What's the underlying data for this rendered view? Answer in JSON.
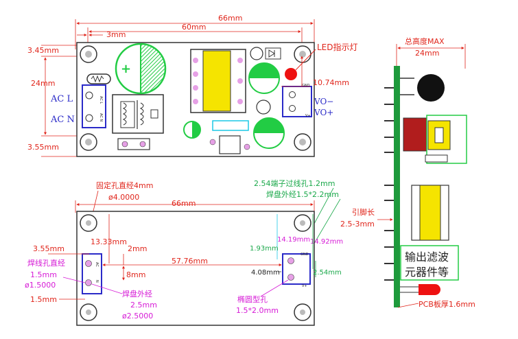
{
  "top_view": {
    "width_total": "66mm",
    "inner_width": "60mm",
    "hole_offset_x": "3mm",
    "hole_top": "3.45mm",
    "height": "24mm",
    "hole_bottom": "3.55mm",
    "led_label": "LED指示灯",
    "output_offset": "10.74mm",
    "ac_l": "AC L",
    "ac_n": "AC N",
    "vo_minus": "VO−",
    "vo_plus": "VO+",
    "gnd_small": "GND",
    "vplus_small": "V+",
    "acl_small": "AC L",
    "acn_small": "AC N"
  },
  "bottom_view": {
    "mount_hole_label": "固定孔直经4mm",
    "mount_hole_value": "ø4.0000",
    "width": "66mm",
    "terminal_label": "2.54端子过线孔1.2mm",
    "pad_label": "焊盘外经1.5*2.2mm",
    "dim_3_55": "3.55mm",
    "dim_13_33": "13.33mm",
    "dim_2mm": "2mm",
    "dim_8mm": "8mm",
    "dim_57_76": "57.76mm",
    "dim_14_19": "14.19mm",
    "dim_14_92": "14.92mm",
    "dim_1_93": "1.93mm",
    "dim_4_08": "4.08mm",
    "dim_2_54": "2.54mm",
    "wire_hole_label": "焊线孔直经",
    "wire_hole_mm": "1.5mm",
    "wire_hole_value": "ø1.5000",
    "dim_1_5": "1.5mm",
    "pad_outer_label": "焊盘外经",
    "pad_outer_mm": "2.5mm",
    "pad_outer_value": "ø2.5000",
    "oval_hole_label": "椭圆型孔",
    "oval_hole_value": "1.5*2.0mm",
    "ac_small": "AC",
    "n_small": "N",
    "gnd_small": "GND",
    "vplus_small": "V+"
  },
  "side_view": {
    "total_height_label": "总高度MAX",
    "total_height_value": "24mm",
    "pin_length_label": "引脚长",
    "pin_length_value": "2.5-3mm",
    "filter_text_1": "输出滤波",
    "filter_text_2": "元器件等",
    "pcb_thickness": "PCB板厚1.6mm"
  },
  "colors": {
    "dimension": "#e0251b",
    "outline": "#333333",
    "highlight_blue": "#2a2ac8",
    "component_green": "#22cc44",
    "transformer_yellow": "#f5e400",
    "led_red": "#ee1111",
    "pad_pink": "#e6a0e6",
    "note_magenta": "#d61ad6",
    "side_pcb_green": "#1e9a3c"
  }
}
